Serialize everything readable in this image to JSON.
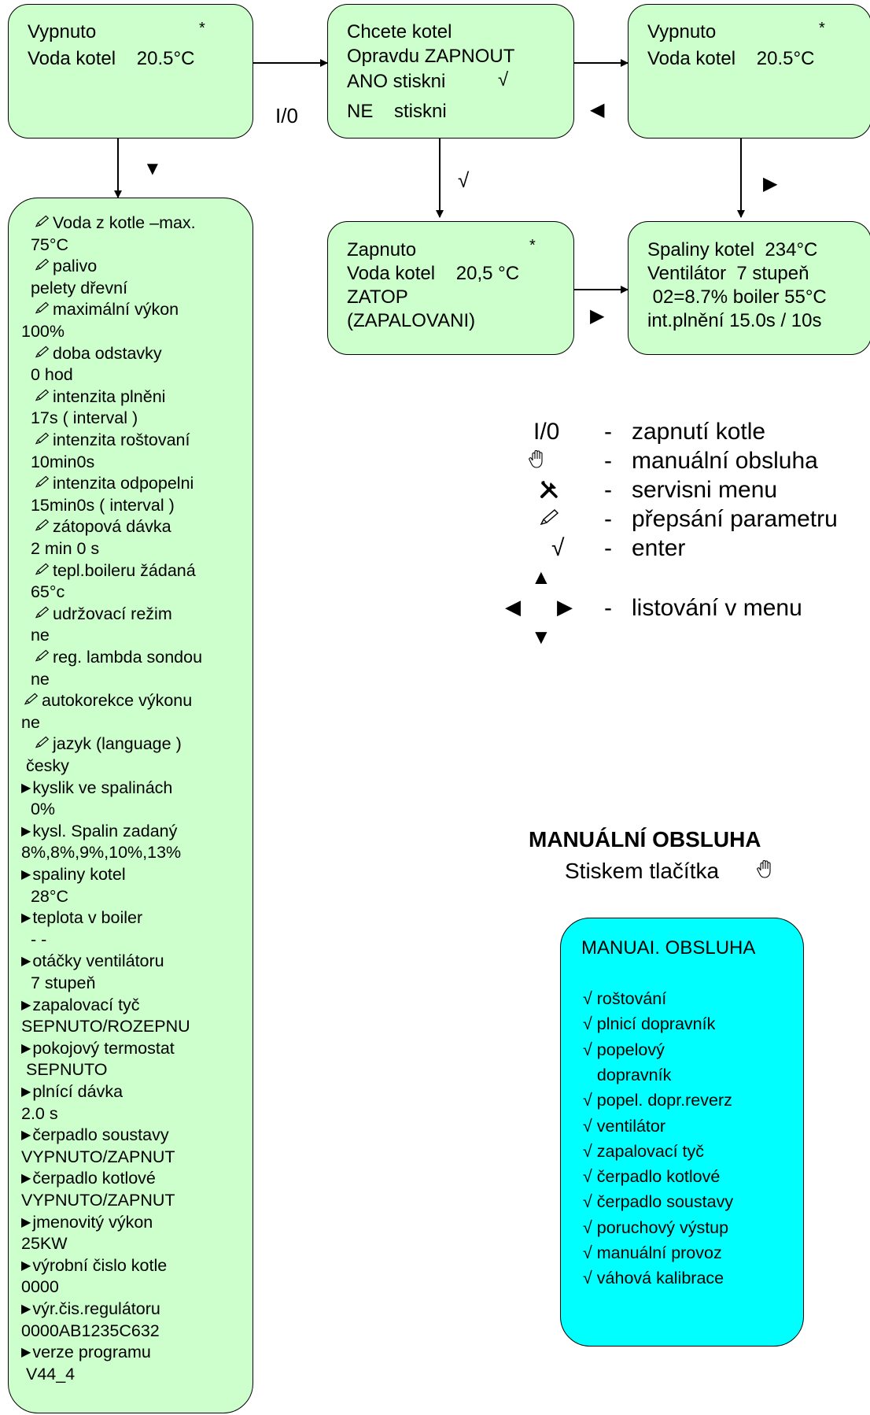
{
  "screen_off_1": {
    "status": "Vypnuto",
    "star": "*",
    "water": "Voda kotel    20.5°C"
  },
  "confirm": {
    "l1": "Chcete kotel",
    "l2": "Opravdu ZAPNOUT",
    "l3": "ANO stiskni",
    "l4": "NE    stiskni",
    "check": "√"
  },
  "screen_off_2": {
    "status": "Vypnuto",
    "star": "*",
    "water": "Voda kotel    20.5°C"
  },
  "screen_on": {
    "status": "Zapnuto",
    "star": "*",
    "water": "Voda kotel    20,5 °C",
    "l3": "ZATOP",
    "l4": "(ZAPALOVANI)"
  },
  "screen_flue": {
    "l1": "Spaliny kotel  234°C",
    "l2": "Ventilátor  7 stupeň",
    "l3": " 02=8.7% boiler 55°C",
    "l4": "int.plnění 15.0s / 10s"
  },
  "io_label": "I/0",
  "check_label": "√",
  "param_list": [
    "Voda z kotle –max.",
    "  75°C",
    "palivo",
    "  pelety dřevní",
    "maximální výkon",
    "100%",
    "doba odstavky",
    "  0 hod",
    "intenzita plněni",
    "  17s ( interval )",
    "intenzita roštovaní",
    "  10min0s",
    "intenzita odpopelni",
    "  15min0s ( interval )",
    "zátopová dávka",
    "  2 min 0 s",
    "tepl.boileru žádaná",
    "  65°c",
    "udržovací režim",
    "  ne",
    "reg. lambda sondou",
    "  ne",
    "autokorekce výkonu",
    "ne",
    "jazyk (language )",
    " česky",
    "kyslik ve spalinách",
    "  0%",
    "kysl. Spalin zadaný",
    "8%,8%,9%,10%,13%",
    "spaliny kotel",
    "  28°C",
    "teplota v boiler",
    "  - -",
    "otáčky ventilátoru",
    "  7 stupeň",
    "zapalovací tyč",
    "SEPNUTO/ROZEPNU",
    "pokojový termostat",
    " SEPNUTO",
    "plnící dávka",
    "2.0 s",
    "čerpadlo soustavy",
    "VYPNUTO/ZAPNUT",
    "čerpadlo kotlové",
    "VYPNUTO/ZAPNUT",
    "jmenovitý výkon",
    "25KW",
    "výrobní čislo kotle",
    "0000",
    "výr.čis.regulátoru",
    "0000AB1235C632",
    "verze programu",
    " V44_4"
  ],
  "legend": [
    {
      "symbol": "I/0",
      "dash": "-",
      "text": "zapnutí kotle"
    },
    {
      "symbol_icon": "hand-icon",
      "dash": "-",
      "text": "manuální obsluha"
    },
    {
      "symbol_icon": "tools-icon",
      "dash": "-",
      "text": "servisni menu"
    },
    {
      "symbol_icon": "pencil-icon",
      "dash": "-",
      "text": "přepsání parametru"
    },
    {
      "symbol": "√",
      "dash": "-",
      "text": "enter"
    },
    {
      "symbol_icon": "arrows-icon",
      "dash": "-",
      "text": "listování v menu"
    }
  ],
  "manual": {
    "title": "MANUÁLNÍ OBSLUHA",
    "subtitle": "Stiskem tlačítka"
  },
  "manual_box": {
    "title": "MANUAI. OBSLUHA",
    "items": [
      "√ roštování",
      "√ plnicí dopravník",
      "√ popelový",
      "   dopravník",
      "√ popel. dopr.reverz",
      "√ ventilátor",
      "√ zapalovací tyč",
      "√ čerpadlo kotlové",
      "√ čerpadlo soustavy",
      "√ poruchový výstup",
      "√ manuální provoz",
      "√ váhová kalibrace"
    ]
  },
  "colors": {
    "screen_bg": "#ccffcc",
    "manual_bg": "#00ffff",
    "stroke": "#000000"
  }
}
